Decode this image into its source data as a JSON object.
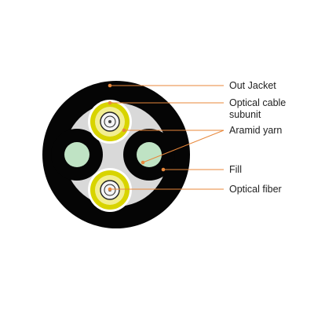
{
  "colors": {
    "background": "#ffffff",
    "jacket": "#050505",
    "fill": "#d9d9d9",
    "subunit_ring": "#d8d400",
    "aramid": "#f2ee90",
    "fiber_core": "#f4f4f4",
    "green_element": "#bfe3c4",
    "leader_line": "#e8873a",
    "dot": "#e8873a"
  },
  "labels": [
    {
      "id": "out-jacket",
      "lines": [
        "Out Jacket"
      ]
    },
    {
      "id": "optical-cable-subunit",
      "lines": [
        "Optical cable",
        "subunit"
      ]
    },
    {
      "id": "aramid-yarn",
      "lines": [
        "Aramid yarn"
      ]
    },
    {
      "id": "fill",
      "lines": [
        "Fill"
      ]
    },
    {
      "id": "optical-fiber",
      "lines": [
        "Optical fiber"
      ]
    }
  ]
}
